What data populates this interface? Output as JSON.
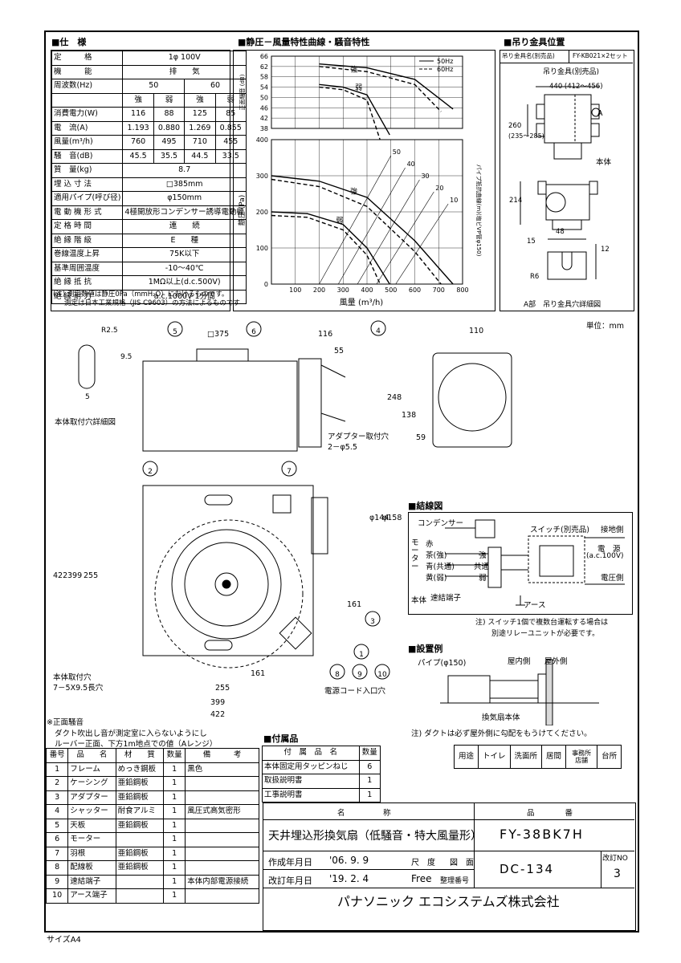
{
  "sections": {
    "spec": "■仕　様",
    "chart": "■静圧－風量特性曲線・騒音特性",
    "hanger": "■吊り金具位置",
    "wiring": "■結線図",
    "install": "■設置例",
    "accessories": "■付属品"
  },
  "spec_rows": [
    [
      "定　　　格",
      "1φ 100V"
    ],
    [
      "機　　　能",
      "排　　気"
    ],
    [
      "周波数(Hz)",
      "50",
      "60"
    ],
    [
      "",
      "強",
      "弱",
      "強",
      "弱"
    ],
    [
      "消費電力(W)",
      "116",
      "88",
      "125",
      "85"
    ],
    [
      "電　流(A)",
      "1.193",
      "0.880",
      "1.269",
      "0.855"
    ],
    [
      "風量(m³/h)",
      "760",
      "495",
      "710",
      "455"
    ],
    [
      "騒　音(dB)",
      "45.5",
      "35.5",
      "44.5",
      "33.5"
    ],
    [
      "質　量(kg)",
      "8.7"
    ],
    [
      "埋 込 寸 法",
      "□385mm"
    ],
    [
      "適用パイプ(呼び径)",
      "φ150mm"
    ],
    [
      "電 動 機 形 式",
      "4極開放形コンデンサー誘導電動機"
    ],
    [
      "定 格 時 間",
      "連　　続"
    ],
    [
      "絶 縁 階 級",
      "E　　種"
    ],
    [
      "巻線温度上昇",
      "75K以下"
    ],
    [
      "基準周囲温度",
      "-10～40℃"
    ],
    [
      "絶 縁 抵 抗",
      "1MΩ以上(d.c.500V)"
    ],
    [
      "絶 縁 耐 力",
      "a.c.1000V 1分間"
    ]
  ],
  "spec_note_1": "(注) 測定数値は静圧0Pa（mmH₂O）におけるものです。",
  "spec_note_2": "測定は日本工業規格（JIS C9603）の方法によるものです",
  "chart_data": {
    "type": "line",
    "legend": [
      "50Hz",
      "60Hz"
    ],
    "noise_axis": {
      "label": "正面騒音 (dB)",
      "ticks": [
        "66",
        "62",
        "58",
        "54",
        "50",
        "46",
        "42",
        "38"
      ]
    },
    "pressure_axis": {
      "label": "静圧 (Pa)",
      "ticks": [
        "400",
        "300",
        "200",
        "100",
        "0"
      ]
    },
    "x_axis": {
      "label": "風量 (m³/h)",
      "ticks": [
        "100",
        "200",
        "300",
        "400",
        "500",
        "600",
        "700",
        "800"
      ]
    },
    "curve_labels": {
      "strong": "強",
      "weak": "弱"
    },
    "pipe_label": "パイプ抵抗曲線(m)(塩ビVP管φ150)",
    "pipe_lengths": [
      "50",
      "40",
      "30",
      "20",
      "10"
    ],
    "noise_series": [
      {
        "name": "強 50Hz",
        "x": [
          200,
          400,
          600,
          760
        ],
        "y": [
          63,
          61.5,
          57,
          45.5
        ]
      },
      {
        "name": "強 60Hz",
        "x": [
          200,
          400,
          600,
          710
        ],
        "y": [
          62,
          60,
          55,
          44.5
        ]
      },
      {
        "name": "弱 50Hz",
        "x": [
          200,
          300,
          400,
          495
        ],
        "y": [
          55,
          54,
          51,
          35.5
        ]
      },
      {
        "name": "弱 60Hz",
        "x": [
          200,
          300,
          400,
          455
        ],
        "y": [
          54,
          53,
          49,
          33.5
        ]
      }
    ],
    "pressure_series": [
      {
        "name": "強 50Hz",
        "x": [
          0,
          200,
          400,
          600,
          760
        ],
        "y": [
          300,
          285,
          240,
          120,
          0
        ]
      },
      {
        "name": "強 60Hz",
        "x": [
          0,
          200,
          400,
          600,
          710
        ],
        "y": [
          290,
          270,
          215,
          90,
          0
        ]
      },
      {
        "name": "弱 50Hz",
        "x": [
          0,
          150,
          300,
          400,
          495
        ],
        "y": [
          200,
          195,
          165,
          100,
          0
        ]
      },
      {
        "name": "弱 60Hz",
        "x": [
          0,
          150,
          300,
          400,
          455
        ],
        "y": [
          190,
          185,
          150,
          80,
          0
        ]
      }
    ]
  },
  "hanger": {
    "spec": "吊り金具名(別売品)",
    "model": "FY-KB021×2セット",
    "part_label": "吊り金具(別売品)",
    "width": "440 (412～456)",
    "height_1": "260",
    "height_2": "(235～285)",
    "dim_214": "214",
    "dim_48": "48",
    "dim_15": "15",
    "dim_12": "12",
    "r6": "R6",
    "body": "本体",
    "mark_a": "A",
    "caption": "A部　吊り金具穴詳細図"
  },
  "unit": "単位：mm",
  "drawing": {
    "r25": "R2.5",
    "d95": "9.5",
    "d5": "5",
    "hole_caption": "本体取付穴詳細図",
    "sq375": "□375",
    "d116": "116",
    "d55": "55",
    "d110": "110",
    "d248": "248",
    "d138": "138",
    "d59": "59",
    "adapter": "アダプター取付穴",
    "adapter2": "2－φ5.5",
    "d422": "422",
    "d399": "399",
    "d255": "255",
    "d144": "φ144",
    "d158": "φ158",
    "d161": "161",
    "body_holes": "本体取付穴",
    "body_holes2": "7－5X9.5長穴",
    "cord": "電源コード入口穴",
    "callouts": [
      "1",
      "2",
      "3",
      "4",
      "5",
      "6",
      "7",
      "8",
      "9",
      "10"
    ]
  },
  "wiring": {
    "condenser": "コンデンサー",
    "motor": "モーター",
    "switch": "スイッチ(別売品)",
    "ground_side": "接地側",
    "power": "電　源",
    "power_v": "(a.c.100V)",
    "voltage_side": "電圧側",
    "red": "赤",
    "brown": "茶(強)",
    "blue": "青(共通)",
    "yellow": "黄(弱)",
    "strong": "強",
    "common": "共通",
    "weak": "弱",
    "body": "本体",
    "terminal": "速結端子",
    "earth": "アース",
    "note1": "注) スイッチ1個で複数台運転する場合は",
    "note2": "別途リレーユニットが必要です。"
  },
  "install": {
    "pipe": "パイプ(φ150)",
    "inside": "屋内側",
    "outside": "屋外側",
    "body": "換気扇本体",
    "note": "注) ダクトは必ず屋外側に勾配をもうけてください。"
  },
  "noise_note_1": "※正面騒音",
  "noise_note_2": "ダクト吹出し音が測定室に入らないようにし",
  "noise_note_3": "ルーバー正面、下方1m地点での値（Aレンジ）",
  "parts_header": [
    "番号",
    "品　　名",
    "材　　質",
    "数量",
    "備　　　考"
  ],
  "parts": [
    [
      "1",
      "フレーム",
      "めっき鋼板",
      "1",
      "黒色"
    ],
    [
      "2",
      "ケーシング",
      "亜鉛鋼板",
      "1",
      ""
    ],
    [
      "3",
      "アダプター",
      "亜鉛鋼板",
      "1",
      ""
    ],
    [
      "4",
      "シャッター",
      "耐食アルミ",
      "1",
      "風圧式高気密形"
    ],
    [
      "5",
      "天板",
      "亜鉛鋼板",
      "1",
      ""
    ],
    [
      "6",
      "モーター",
      "",
      "1",
      ""
    ],
    [
      "7",
      "羽根",
      "亜鉛鋼板",
      "1",
      ""
    ],
    [
      "8",
      "配線板",
      "亜鉛鋼板",
      "1",
      ""
    ],
    [
      "9",
      "速結端子",
      "",
      "1",
      "本体内部電源接続"
    ],
    [
      "10",
      "アース端子",
      "",
      "1",
      ""
    ]
  ],
  "acc_header": [
    "付　属　品　名",
    "数量"
  ],
  "accessories": [
    [
      "本体固定用タッピンねじ",
      "6"
    ],
    [
      "取扱説明書",
      "1"
    ],
    [
      "工事説明書",
      "1"
    ]
  ],
  "usage": [
    "用途",
    "トイレ",
    "洗面所",
    "居間",
    "事務所 店舗",
    "台所"
  ],
  "title_block": {
    "name_h": "名　　　　　称",
    "number_h": "品　　　　番",
    "name": "天井埋込形換気扇（低騒音・特大風量形）",
    "number": "FY-38BK7H",
    "created_l": "作成年月日",
    "created": "'06. 9. 9",
    "scale_l": "尺　度",
    "scale": "Free",
    "fig_l": "図　面",
    "revised_l": "改訂年月日",
    "revised": "'19. 2. 4",
    "serial_l": "整理番号",
    "drawing_no": "DC-134",
    "rev_l": "改訂NO",
    "rev": "3",
    "company": "パナソニック エコシステムズ株式会社"
  },
  "size": "サイズA4"
}
